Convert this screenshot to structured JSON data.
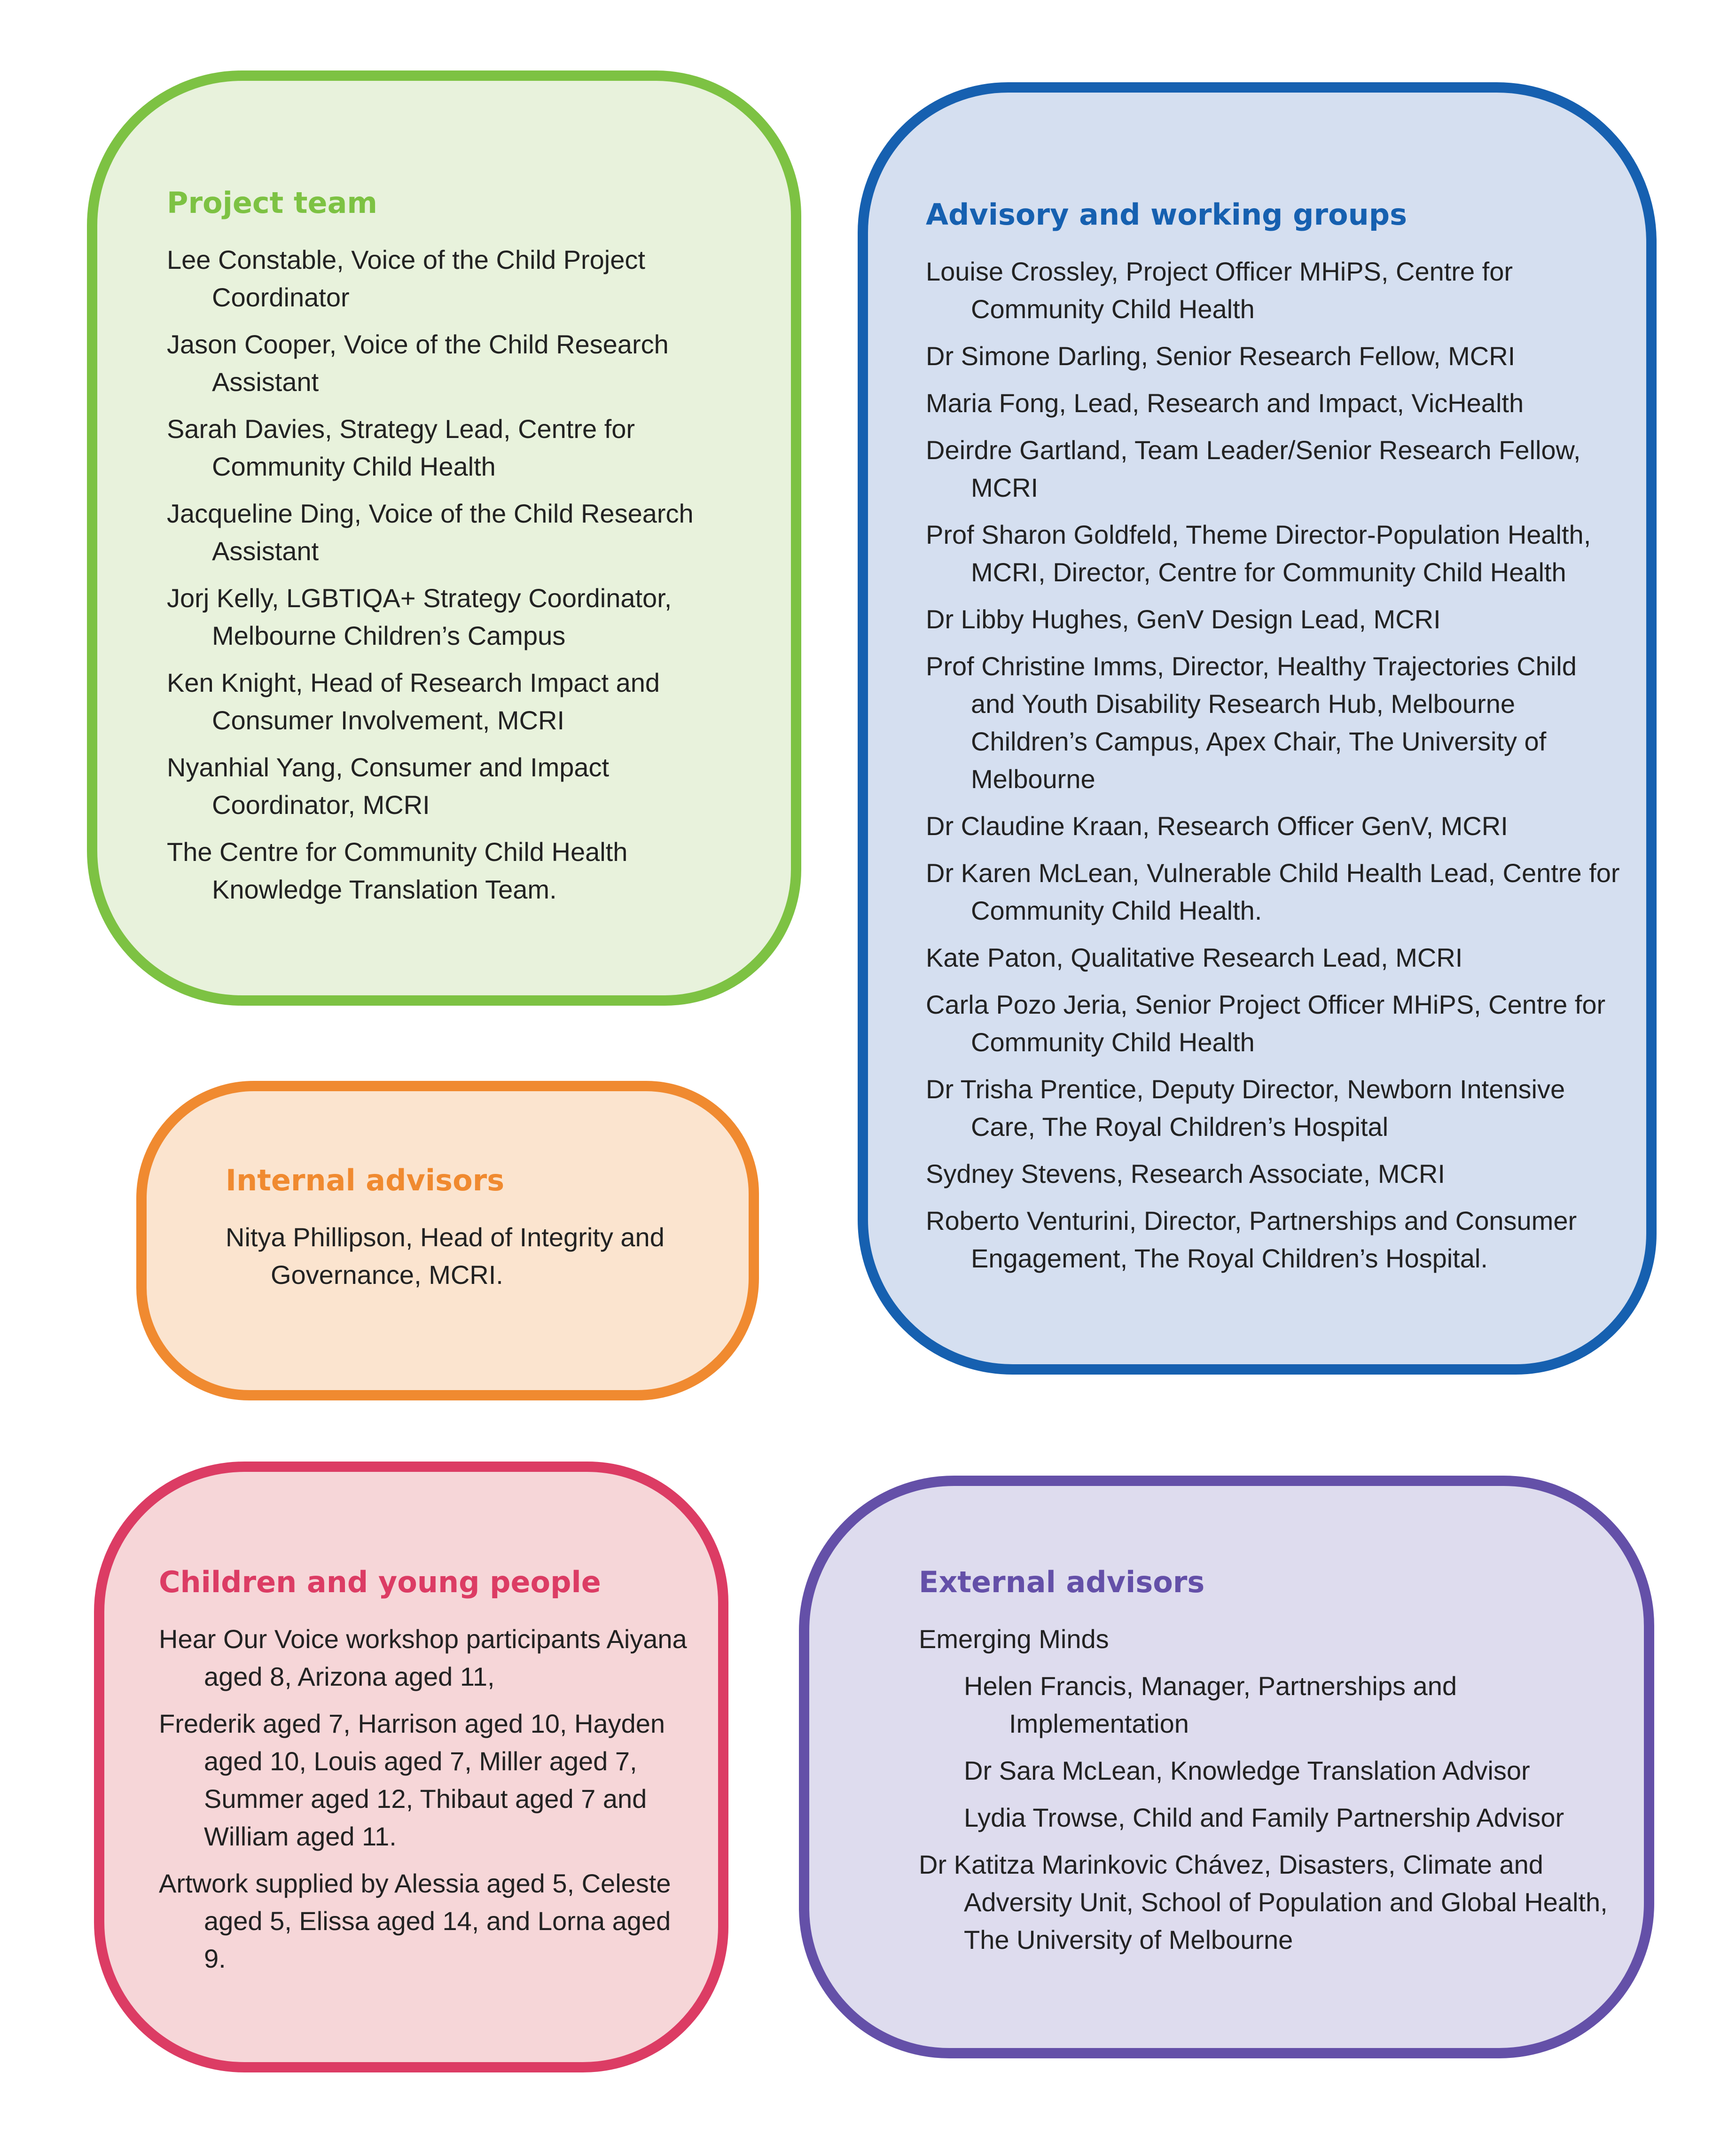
{
  "project_team": {
    "heading": "Project team",
    "heading_color": "#7dc243",
    "entries": [
      "Lee Constable, Voice of the Child Project Coordinator",
      "Jason Cooper, Voice of the Child Research Assistant",
      "Sarah Davies, Strategy Lead, Centre for Community Child Health",
      "Jacqueline Ding, Voice of the Child Research Assistant",
      "Jorj Kelly, LGBTIQA+ Strategy Coordinator, Melbourne Children’s Campus",
      "Ken Knight, Head of Research Impact and Consumer Involvement, MCRI",
      "Nyanhial Yang, Consumer and Impact Coordinator, MCRI",
      "The Centre for Community Child Health Knowledge Translation Team."
    ]
  },
  "advisory_groups": {
    "heading": "Advisory and working groups",
    "heading_color": "#1660b0",
    "entries": [
      "Louise Crossley, Project Officer MHiPS, Centre for Community Child Health",
      "Dr Simone Darling, Senior Research Fellow, MCRI",
      "Maria Fong, Lead, Research and Impact, VicHealth",
      "Deirdre Gartland, Team Leader/Senior Research Fellow, MCRI",
      "Prof Sharon Goldfeld, Theme Director-Population Health, MCRI, Director, Centre for Community Child Health",
      "Dr Libby Hughes, GenV Design Lead, MCRI",
      "Prof Christine Imms, Director, Healthy Trajectories Child and Youth Disability Research Hub, Melbourne Children’s Campus, Apex Chair, The University of Melbourne",
      "Dr Claudine Kraan, Research Officer GenV, MCRI",
      "Dr Karen McLean, Vulnerable Child Health Lead, Centre for Community Child Health.",
      "Kate Paton, Qualitative Research Lead, MCRI",
      "Carla Pozo Jeria, Senior Project Officer MHiPS, Centre for Community Child Health",
      "Dr Trisha Prentice, Deputy Director, Newborn Intensive Care, The Royal Children’s Hospital",
      "Sydney Stevens, Research Associate, MCRI",
      "Roberto Venturini, Director, Partnerships and Consumer Engagement, The Royal Children’s Hospital."
    ]
  },
  "internal_advisors": {
    "heading": "Internal advisors",
    "heading_color": "#f08a30",
    "entries": [
      "Nitya Phillipson, Head of Integrity and Governance, MCRI."
    ]
  },
  "children": {
    "heading": "Children and young people",
    "heading_color": "#dc3c64",
    "entries": [
      "Hear Our Voice workshop participants Aiyana aged 8, Arizona aged 11,",
      "Frederik aged 7, Harrison aged 10, Hayden aged 10, Louis aged 7, Miller aged 7, Summer aged 12, Thibaut aged 7 and William aged 11.",
      "Artwork supplied by Alessia aged 5, Celeste aged 5, Elissa aged 14, and Lorna aged 9."
    ]
  },
  "external_advisors": {
    "heading": "External advisors",
    "heading_color": "#6450a8",
    "org": "Emerging Minds",
    "sub_entries": [
      "Helen Francis, Manager, Partnerships and Implementation",
      "Dr Sara McLean, Knowledge Translation Advisor",
      "Lydia Trowse, Child and Family Partnership Advisor"
    ],
    "last_entry": "Dr Katitza Marinkovic Chávez, Disasters, Climate and Adversity Unit, School of Population and Global Health, The University of Melbourne"
  }
}
